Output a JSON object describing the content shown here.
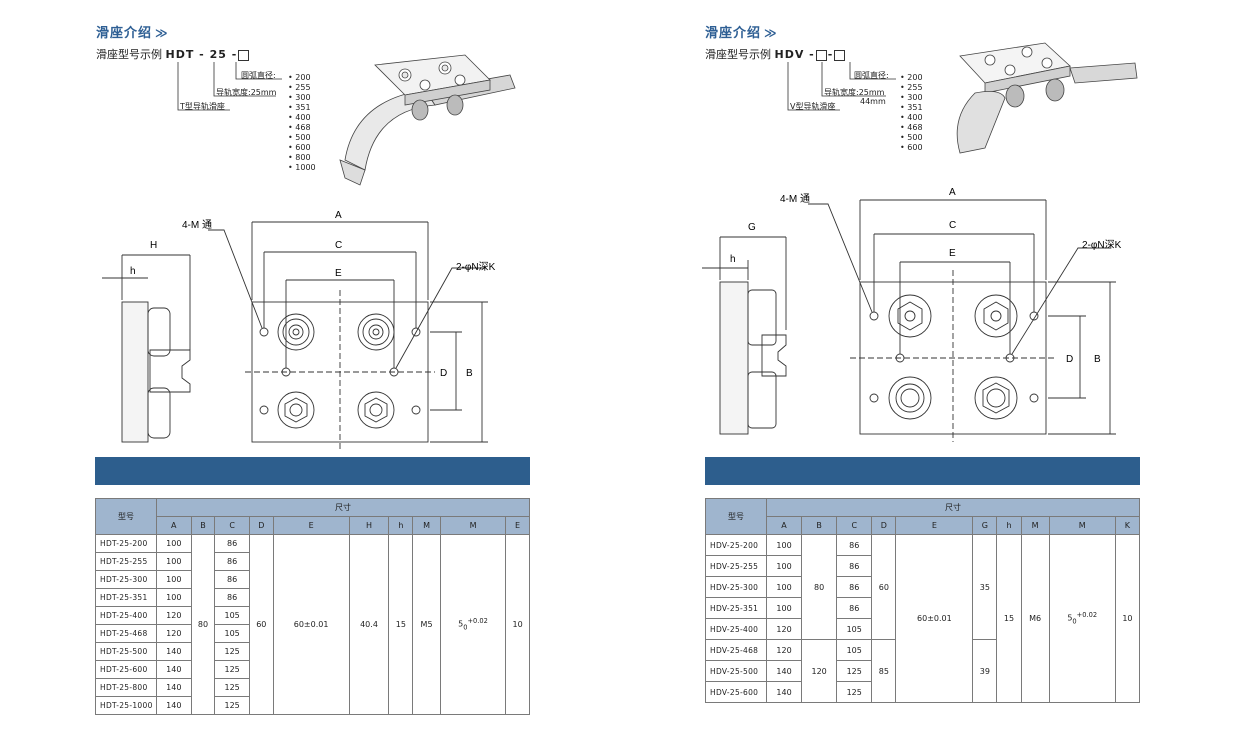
{
  "left": {
    "section_title": "滑座介绍",
    "model_example_label": "滑座型号示例",
    "model_example_code": "HDT - 25 -",
    "anno_radius": "圆弧直径:",
    "anno_width": "导轨宽度:25mm",
    "anno_type": "T型导轨滑座",
    "radii": [
      "200",
      "255",
      "300",
      "351",
      "400",
      "468",
      "500",
      "600",
      "800",
      "1000"
    ],
    "drawing_labels": {
      "hole_label": "4-M 通",
      "pin_label": "2-φN深K",
      "A": "A",
      "C": "C",
      "E": "E",
      "H": "H",
      "h": "h",
      "D": "D",
      "B": "B"
    },
    "table": {
      "header_model": "型号",
      "header_size": "尺寸",
      "columns": [
        "A",
        "B",
        "C",
        "D",
        "E",
        "H",
        "h",
        "M",
        "M",
        "E"
      ],
      "rows": [
        {
          "model": "HDT-25-200",
          "A": "100",
          "C": "86"
        },
        {
          "model": "HDT-25-255",
          "A": "100",
          "C": "86"
        },
        {
          "model": "HDT-25-300",
          "A": "100",
          "C": "86"
        },
        {
          "model": "HDT-25-351",
          "A": "100",
          "C": "86"
        },
        {
          "model": "HDT-25-400",
          "A": "120",
          "C": "105"
        },
        {
          "model": "HDT-25-468",
          "A": "120",
          "C": "105"
        },
        {
          "model": "HDT-25-500",
          "A": "140",
          "C": "125"
        },
        {
          "model": "HDT-25-600",
          "A": "140",
          "C": "125"
        },
        {
          "model": "HDT-25-800",
          "A": "140",
          "C": "125"
        },
        {
          "model": "HDT-25-1000",
          "A": "140",
          "C": "125"
        }
      ],
      "merged": {
        "B": "80",
        "D": "60",
        "E": "60±0.01",
        "H": "40.4",
        "h": "15",
        "M": "M5",
        "M2": "5",
        "M2_tol": "+0.02",
        "M2_sub": "0",
        "E2": "10"
      }
    }
  },
  "right": {
    "section_title": "滑座介绍",
    "model_example_label": "滑座型号示例",
    "model_example_code": "HDV -",
    "anno_radius": "圆弧直径:",
    "anno_width": "导轨宽度:25mm",
    "anno_width2": "44mm",
    "anno_type": "V型导轨滑座",
    "radii": [
      "200",
      "255",
      "300",
      "351",
      "400",
      "468",
      "500",
      "600"
    ],
    "drawing_labels": {
      "hole_label": "4-M 通",
      "pin_label": "2-φN深K",
      "A": "A",
      "C": "C",
      "E": "E",
      "G": "G",
      "h": "h",
      "D": "D",
      "B": "B"
    },
    "table": {
      "header_model": "型号",
      "header_size": "尺寸",
      "columns": [
        "A",
        "B",
        "C",
        "D",
        "E",
        "G",
        "h",
        "M",
        "M",
        "K"
      ],
      "rows": [
        {
          "model": "HDV-25-200",
          "A": "100",
          "C": "86"
        },
        {
          "model": "HDV-25-255",
          "A": "100",
          "C": "86"
        },
        {
          "model": "HDV-25-300",
          "A": "100",
          "C": "86"
        },
        {
          "model": "HDV-25-351",
          "A": "100",
          "C": "86"
        },
        {
          "model": "HDV-25-400",
          "A": "120",
          "C": "105"
        },
        {
          "model": "HDV-25-468",
          "A": "120",
          "C": "105"
        },
        {
          "model": "HDV-25-500",
          "A": "140",
          "C": "125"
        },
        {
          "model": "HDV-25-600",
          "A": "140",
          "C": "125"
        }
      ],
      "merged": {
        "B1": "80",
        "B2": "120",
        "D1": "60",
        "D2": "85",
        "E": "60±0.01",
        "G1": "35",
        "G2": "39",
        "h": "15",
        "M": "M6",
        "M2": "5",
        "M2_tol": "+0.02",
        "M2_sub": "0",
        "K": "10"
      }
    }
  },
  "colors": {
    "title_blue": "#2e5f94",
    "bar_blue": "#2d5e8d",
    "header_blue": "#9fb5ce"
  }
}
